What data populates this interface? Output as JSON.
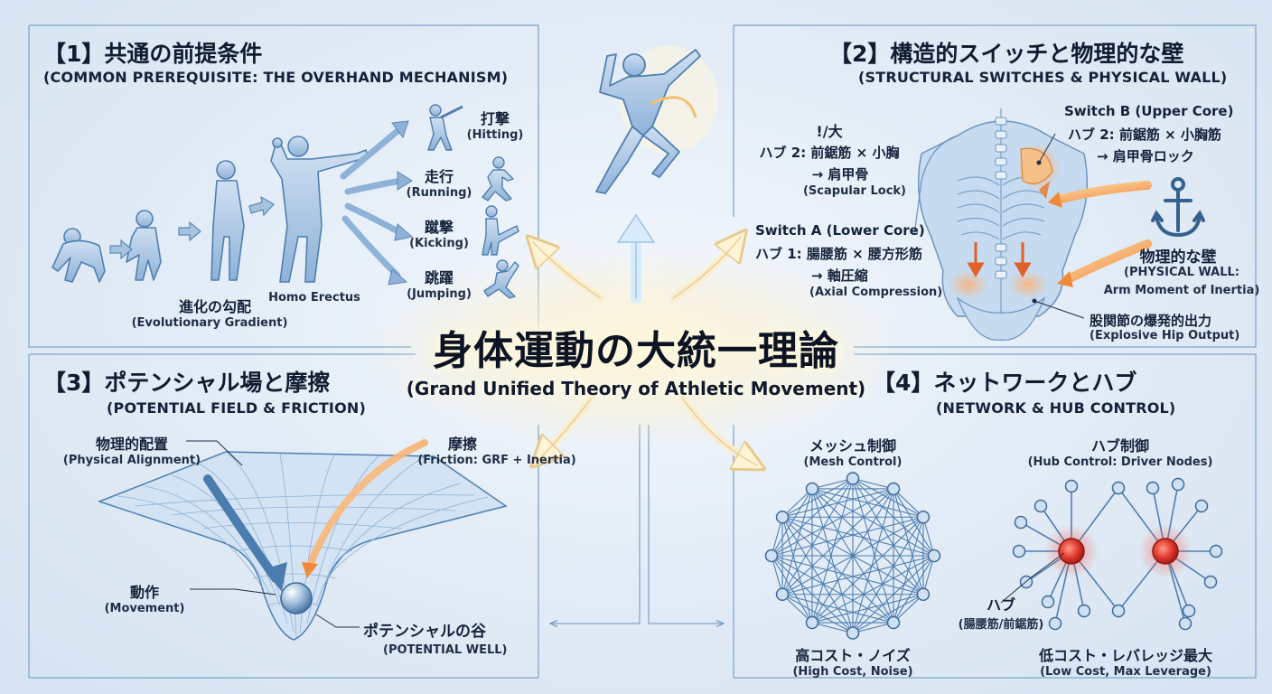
{
  "center": {
    "title": "身体運動の大統一理論",
    "subtitle": "(Grand Unified Theory of Athletic Movement)"
  },
  "panel1": {
    "title": "【1】共通の前提条件",
    "subtitle": "(COMMON PREREQUISITE: THE OVERHAND MECHANISM)",
    "evolution_label_jp": "進化の勾配",
    "evolution_label_en": "(Evolutionary Gradient)",
    "homo_label": "Homo Erectus",
    "actions": [
      {
        "jp": "打撃",
        "en": "(Hitting)"
      },
      {
        "jp": "走行",
        "en": "(Running)"
      },
      {
        "jp": "蹴撃",
        "en": "(Kicking)"
      },
      {
        "jp": "跳躍",
        "en": "(Jumping)"
      }
    ]
  },
  "panel2": {
    "title": "【2】構造的スイッチと物理的な壁",
    "subtitle": "(STRUCTURAL SWITCHES & PHYSICAL WALL)",
    "left_upper": {
      "line1": "!/大",
      "line2": "ハブ 2: 前鋸筋 × 小胸",
      "line3": "→ 肩甲骨",
      "line4": "(Scapular Lock)"
    },
    "switch_b": {
      "title": "Switch B (Upper Core)",
      "line2": "ハブ 2: 前鋸筋 × 小胸筋",
      "line3": "→ 肩甲骨ロック"
    },
    "switch_a": {
      "title": "Switch A (Lower Core)",
      "line2": "ハブ 1: 腸腰筋 × 腰方形筋",
      "line3": "→ 軸圧縮",
      "line4": "(Axial Compression)"
    },
    "wall": {
      "jp": "物理的な壁",
      "en1": "(PHYSICAL WALL:",
      "en2": "Arm Moment of Inertia)"
    },
    "hip": {
      "jp": "股関節の爆発的出力",
      "en": "(Explosive Hip Output)"
    }
  },
  "panel3": {
    "title": "【3】ポテンシャル場と摩擦",
    "subtitle": "(POTENTIAL FIELD & FRICTION)",
    "alignment_jp": "物理的配置",
    "alignment_en": "(Physical Alignment)",
    "friction_jp": "摩擦",
    "friction_en": "(Friction: GRF + Inertia)",
    "movement_jp": "動作",
    "movement_en": "(Movement)",
    "well_jp": "ポテンシャルの谷",
    "well_en": "(POTENTIAL WELL)"
  },
  "panel4": {
    "title": "【4】ネットワークとハブ",
    "subtitle": "(NETWORK & HUB CONTROL)",
    "mesh_jp": "メッシュ制御",
    "mesh_en": "(Mesh Control)",
    "hub_jp": "ハブ制御",
    "hub_en": "(Hub Control: Driver Nodes)",
    "hub_label_jp": "ハブ",
    "hub_label_en": "(腸腰筋/前鋸筋)",
    "high_cost_jp": "高コスト・ノイズ",
    "high_cost_en": "(High Cost, Noise)",
    "low_cost_jp": "低コスト・レバレッジ最大",
    "low_cost_en": "(Low Cost, Max Leverage)"
  },
  "colors": {
    "line_blue": "#4f7fb0",
    "figure_blue": "#a9c6e3",
    "warm_orange": "#f2a35a",
    "hub_red": "#e23a2e",
    "panel_border": "#8fb0d2"
  }
}
